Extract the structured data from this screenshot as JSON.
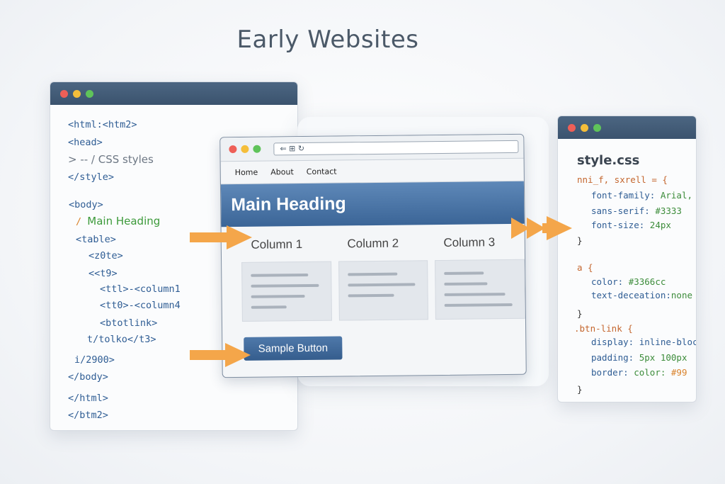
{
  "title": "Early Websites",
  "html_code": [
    "<html:<htm2>",
    "<head>",
    "> -- / CSS styles",
    "</style>",
    "<body>",
    "/ ",
    "Main Heading",
    "<table>",
    "<z0te>",
    "<<t9>",
    "<ttl>-<column1",
    "<tt0>-<column4",
    "<btotlink>",
    "t/tolko</t3>",
    "i/2900>",
    "</body>",
    "</html>",
    "</btm2>"
  ],
  "browser": {
    "address": "⇐ ⊞ ↻",
    "nav": [
      "Home",
      "About",
      "Contact"
    ],
    "heading": "Main Heading",
    "columns": [
      "Column 1",
      "Column 2",
      "Column 3"
    ],
    "button": "Sample Button"
  },
  "css": {
    "filename": "style.css",
    "lines": [
      "nni_f, sxrell = {",
      "font-family: ",
      "Arial,",
      "sans-serif: ",
      "#3333",
      "font-size: ",
      "24px",
      "}",
      "a {",
      "color: ",
      "#3366cc",
      "text-deceation:",
      "none",
      "}",
      ".btn-link {",
      "display: inline-block,",
      "padding: ",
      "5px 100px",
      "border: ",
      "color: ",
      "#99",
      "}"
    ]
  },
  "colors": {
    "accent": "#f4a64a",
    "header": "#3b536e",
    "banner": "#4a74a6"
  }
}
